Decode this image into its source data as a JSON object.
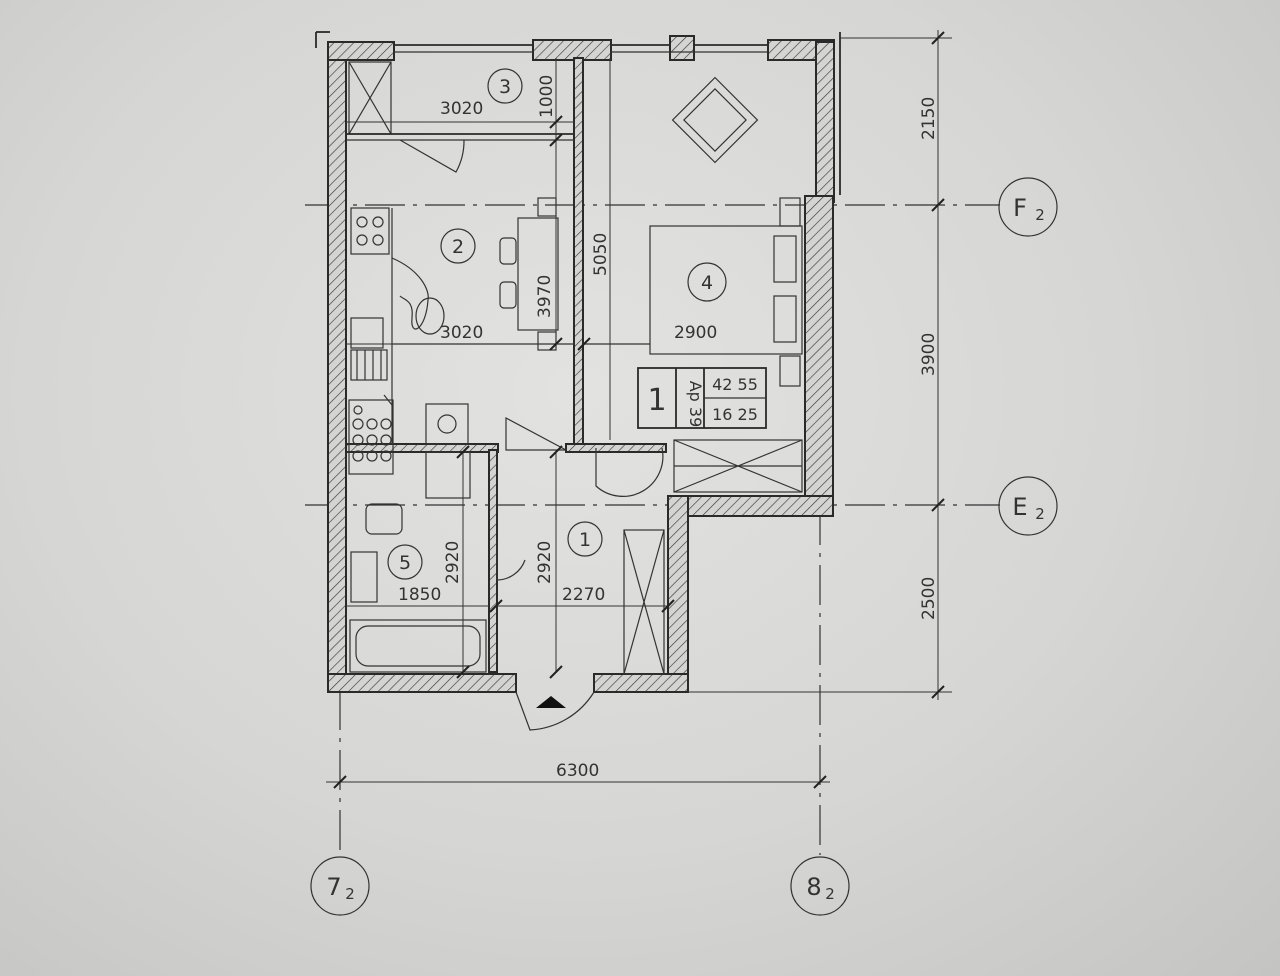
{
  "dimensions": {
    "room3_width": "3020",
    "room3_depth": "1000",
    "room2_width": "3020",
    "room2_depth": "3970",
    "corridor_length": "5050",
    "room4_width": "2900",
    "room5_depth": "2920",
    "room5_width": "1850",
    "room1_depth": "2920",
    "room1_width": "2270",
    "right_top": "2150",
    "right_mid": "3900",
    "right_bottom": "2500",
    "overall_width": "6300"
  },
  "rooms": {
    "r1": "1",
    "r2": "2",
    "r3": "3",
    "r4": "4",
    "r5": "5"
  },
  "axes": {
    "f2_letter": "F",
    "f2_sub": "2",
    "e2_letter": "E",
    "e2_sub": "2",
    "a7_num": "7",
    "a7_sub": "2",
    "a8_num": "8",
    "a8_sub": "2"
  },
  "stamp": {
    "rooms_count": "1",
    "type": "Ap 39",
    "area_total": "42 55",
    "area_living": "16 25"
  },
  "colors": {
    "line": "#2a2a2a",
    "paper": "#dcdcda"
  }
}
